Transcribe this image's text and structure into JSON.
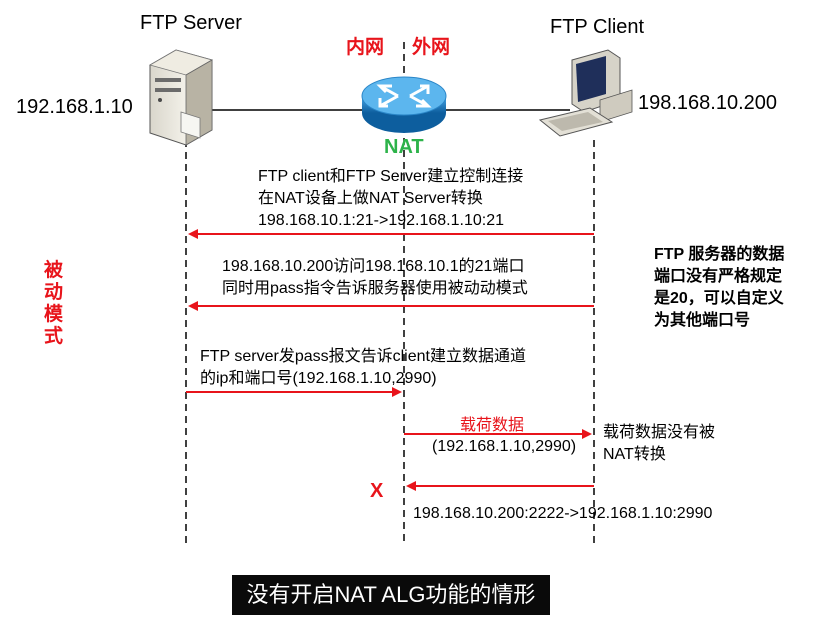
{
  "nodes": {
    "server": {
      "title": "FTP Server",
      "ip": "192.168.1.10"
    },
    "client": {
      "title": "FTP Client",
      "ip": "198.168.10.200"
    },
    "nat": {
      "label": "NAT",
      "inside": "内网",
      "outside": "外网"
    }
  },
  "mode_label": [
    "被",
    "动",
    "模",
    "式"
  ],
  "messages": [
    {
      "lines": [
        "FTP client和FTP Server建立控制连接",
        "在NAT设备上做NAT Server转换",
        "198.168.10.1:21->192.168.1.10:21"
      ]
    },
    {
      "lines": [
        "198.168.10.200访问198.168.10.1的21端口",
        "同时用pass指令告诉服务器使用被动动模式"
      ]
    },
    {
      "lines": [
        "FTP server发pass报文告诉client建立数据通道",
        "的ip和端口号(192.168.1.10,2990)"
      ]
    },
    {
      "title": "载荷数据",
      "detail": "(192.168.1.10,2990)"
    },
    {
      "lines": [
        "198.168.10.200:2222->192.168.1.10:2990"
      ]
    }
  ],
  "notes": {
    "payload_note": [
      "载荷数据没有被",
      "NAT转换"
    ],
    "server_port_note": [
      "FTP 服务器的数据",
      "端口没有严格规定",
      "是20，可以自定义",
      "为其他端口号"
    ],
    "fail_mark": "X"
  },
  "caption": "没有开启NAT ALG功能的情形",
  "colors": {
    "arrow": "#e8141b",
    "label_red": "#e8141b",
    "router": "#1a7fc8",
    "nat_text": "#2db34a"
  }
}
